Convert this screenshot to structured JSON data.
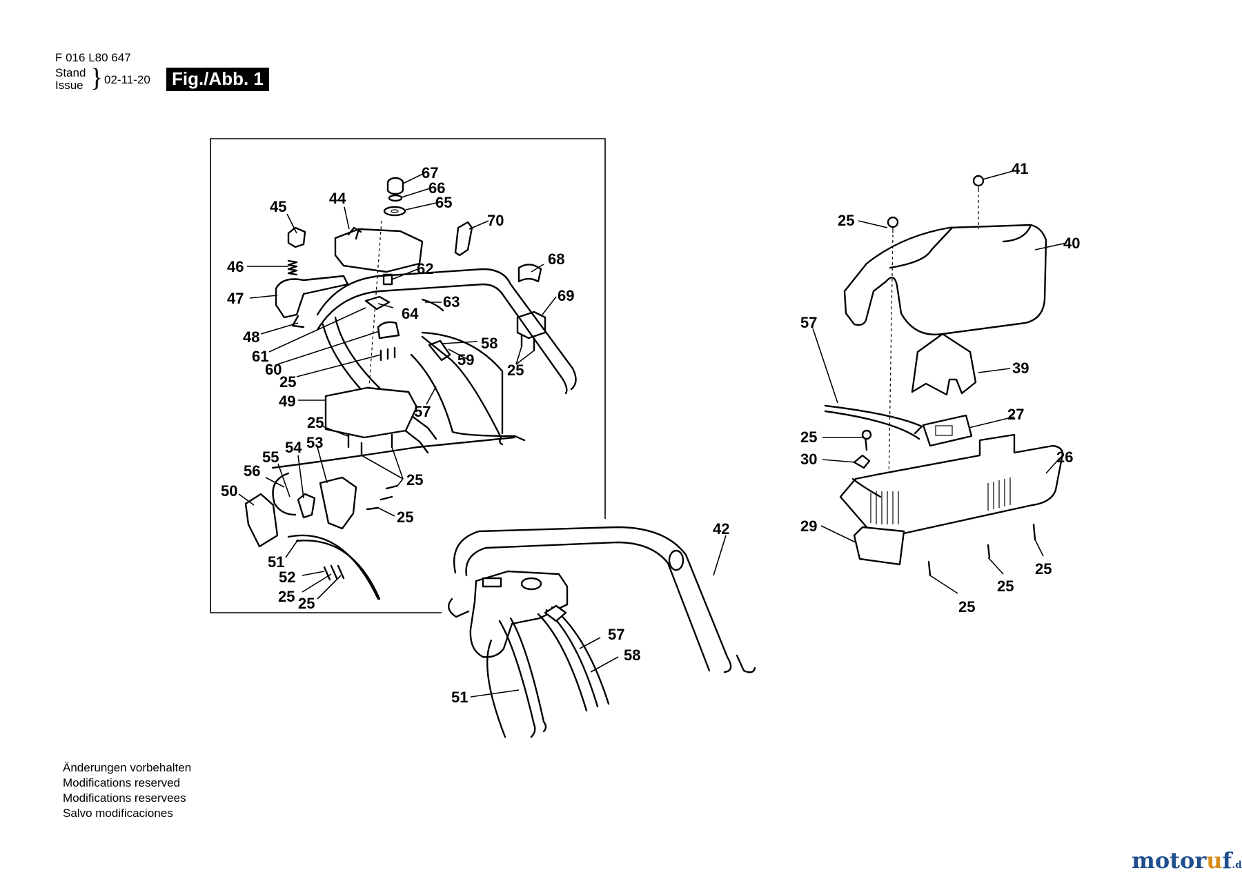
{
  "header": {
    "part_number": "F 016 L80 647",
    "stand": "Stand",
    "issue": "Issue",
    "brace": "}",
    "date": "02-11-20",
    "figure_label": "Fig./Abb. 1"
  },
  "notes": [
    "Änderungen vorbehalten",
    "Modifications reserved",
    "Modifications reservees",
    "Salvo modificaciones"
  ],
  "logo": {
    "text": "motoruf",
    "tld": ".de",
    "color_main": "#1f4e8c",
    "color_accent": "#d98c1a"
  },
  "callouts": [
    "67",
    "66",
    "65",
    "45",
    "44",
    "70",
    "68",
    "46",
    "62",
    "47",
    "63",
    "69",
    "64",
    "48",
    "58",
    "61",
    "59",
    "60",
    "25",
    "25",
    "49",
    "57",
    "25",
    "54",
    "53",
    "55",
    "56",
    "25",
    "50",
    "25",
    "51",
    "52",
    "25",
    "25",
    "42",
    "41",
    "25",
    "40",
    "57",
    "39",
    "27",
    "25",
    "30",
    "26",
    "29",
    "25",
    "25",
    "25",
    "57",
    "58",
    "51"
  ]
}
